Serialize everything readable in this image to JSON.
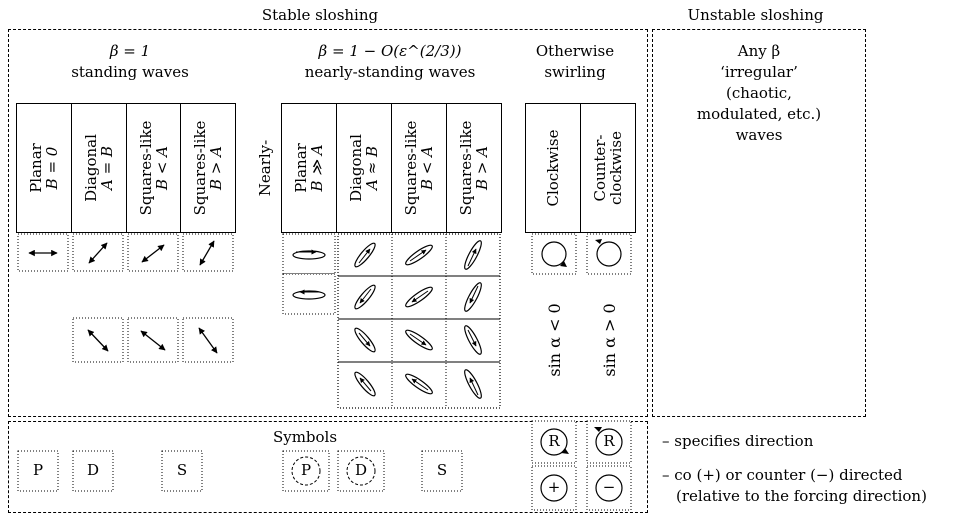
{
  "headers": {
    "stable": "Stable sloshing",
    "unstable": "Unstable sloshing"
  },
  "groups": {
    "standing": {
      "beta": "β = 1",
      "label": "standing waves"
    },
    "nearly": {
      "beta": "β = 1 − O(ε^(2/3))",
      "label": "nearly-standing waves"
    },
    "swirling": {
      "line1": "Otherwise",
      "line2": "swirling"
    },
    "irregular": {
      "line1": "Any β",
      "line2": "‘irregular’",
      "line3": "(chaotic,",
      "line4": "modulated, etc.)",
      "line5": "waves"
    }
  },
  "nearly_prefix": "Nearly-",
  "columns": [
    {
      "name": "Planar",
      "cond": "B = 0"
    },
    {
      "name": "Diagonal",
      "cond": "A = B"
    },
    {
      "name": "Squares-like",
      "cond": "B < A"
    },
    {
      "name": "Squares-like",
      "cond": "B > A"
    },
    {
      "name": "Planar",
      "cond": "B ≫ A"
    },
    {
      "name": "Diagonal",
      "cond": "A ≈ B"
    },
    {
      "name": "Squares-like",
      "cond": "B < A"
    },
    {
      "name": "Squares-like",
      "cond": "B > A"
    },
    {
      "name": "Clockwise",
      "cond": ""
    },
    {
      "name": "Counter-",
      "cond": "clockwise"
    }
  ],
  "sin_labels": {
    "neg": "sin α < 0",
    "pos": "sin α > 0"
  },
  "symbols": {
    "title": "Symbols",
    "p": "P",
    "d": "D",
    "s": "S",
    "pc": "P",
    "dc": "D",
    "s2": "S",
    "r1": "R",
    "r2": "R",
    "plus": "+",
    "minus": "−"
  },
  "notes": {
    "n1": "– specifies direction",
    "n2": "– co (+) or counter (−) directed",
    "n3": "(relative to the forcing direction)"
  }
}
